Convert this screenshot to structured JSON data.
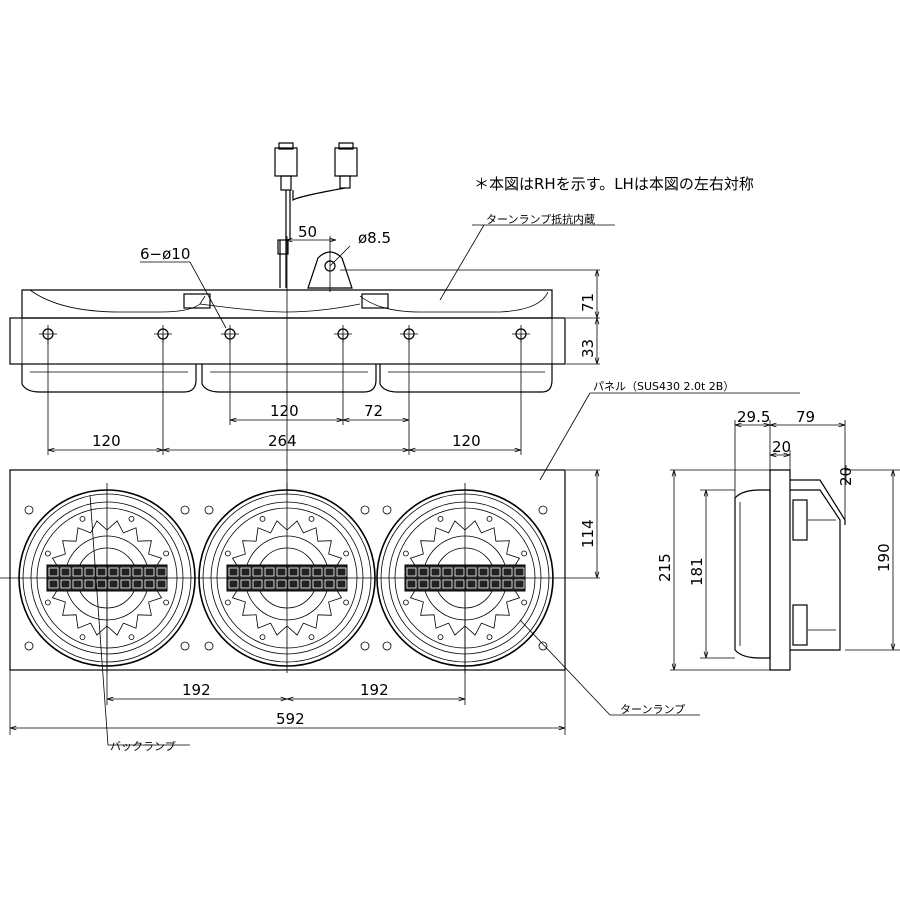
{
  "note": "＊本図はRHを示す。LHは本図の左右対称",
  "labels": {
    "turn_resistor": "ターンランプ抵抗内蔵",
    "panel": "パネル（SUS430 2.0t 2B）",
    "turn_lamp": "ターンランプ",
    "back_lamp": "バックランプ"
  },
  "dims": {
    "holes": "6−ø10",
    "d50": "50",
    "d85": "ø8.5",
    "d71": "71",
    "d33": "33",
    "d120a": "120",
    "d72": "72",
    "d120b": "120",
    "d264": "264",
    "d120c": "120",
    "d114": "114",
    "d192a": "192",
    "d192b": "192",
    "d592": "592",
    "d295": "29.5",
    "d79": "79",
    "d20a": "20",
    "d20b": "20",
    "d215": "215",
    "d181": "181",
    "d190": "190"
  }
}
